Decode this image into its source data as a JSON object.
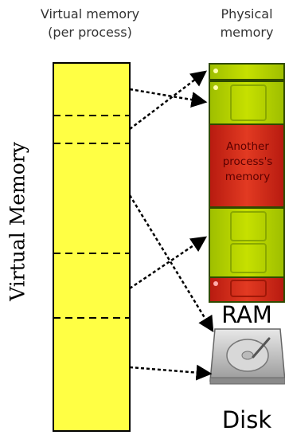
{
  "headers": {
    "virtual_line1": "Virtual memory",
    "virtual_line2": "(per process)",
    "physical_line1": "Physical",
    "physical_line2": "memory"
  },
  "side_label": "Virtual Memory",
  "another_process": {
    "line1": "Another",
    "line2": "process's",
    "line3": "memory"
  },
  "ram_label": "RAM",
  "disk_label": "Disk",
  "colors": {
    "virtual_block": "#ffff44",
    "ram_chip_green": "#b8d800",
    "ram_chip_red": "#d42a1a",
    "arrow": "#000000"
  },
  "icons": [
    "ram-module-icon",
    "hard-disk-icon"
  ]
}
